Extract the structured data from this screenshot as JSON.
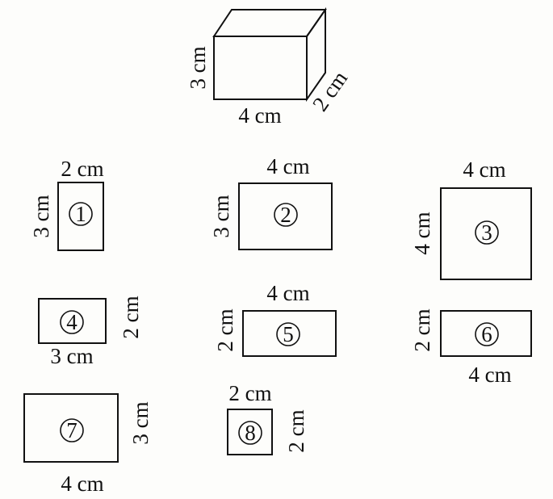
{
  "prism": {
    "height": "3 cm",
    "length": "4 cm",
    "depth": "2 cm"
  },
  "faces": [
    {
      "id": "1",
      "num": "1",
      "top": "2 cm",
      "left": "3 cm"
    },
    {
      "id": "2",
      "num": "2",
      "top": "4 cm",
      "left": "3 cm"
    },
    {
      "id": "3",
      "num": "3",
      "top": "4 cm",
      "left": "4 cm"
    },
    {
      "id": "4",
      "num": "4",
      "bottom": "3 cm",
      "right": "2 cm"
    },
    {
      "id": "5",
      "num": "5",
      "top": "4 cm",
      "left": "2 cm"
    },
    {
      "id": "6",
      "num": "6",
      "left": "2 cm",
      "bottom": "4 cm"
    },
    {
      "id": "7",
      "num": "7",
      "right": "3 cm",
      "bottom": "4 cm"
    },
    {
      "id": "8",
      "num": "8",
      "top": "2 cm",
      "right": "2 cm"
    }
  ]
}
